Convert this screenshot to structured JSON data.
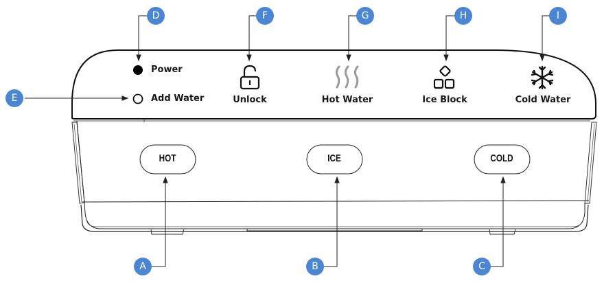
{
  "indicators": {
    "power": {
      "label": "Power",
      "state": "on"
    },
    "add_water": {
      "label": "Add Water",
      "state": "off"
    }
  },
  "panel_icons": [
    {
      "id": "unlock",
      "label": "Unlock",
      "icon": "unlock-icon",
      "callout": "F"
    },
    {
      "id": "hot_water",
      "label": "Hot Water",
      "icon": "steam-icon",
      "callout": "G"
    },
    {
      "id": "ice_block",
      "label": "Ice Block",
      "icon": "ice-cube-icon",
      "callout": "H"
    },
    {
      "id": "cold_water",
      "label": "Cold Water",
      "icon": "snowflake-icon",
      "callout": "I"
    }
  ],
  "buttons": [
    {
      "id": "hot",
      "label": "HOT",
      "callout": "A"
    },
    {
      "id": "ice",
      "label": "ICE",
      "callout": "B"
    },
    {
      "id": "cold",
      "label": "COLD",
      "callout": "C"
    }
  ],
  "callouts": {
    "power": "D",
    "add_water": "E"
  },
  "colors": {
    "callout_fill": "#4a86d4",
    "steam_icon": "#9a9a9a",
    "line": "#1a1a1a"
  }
}
